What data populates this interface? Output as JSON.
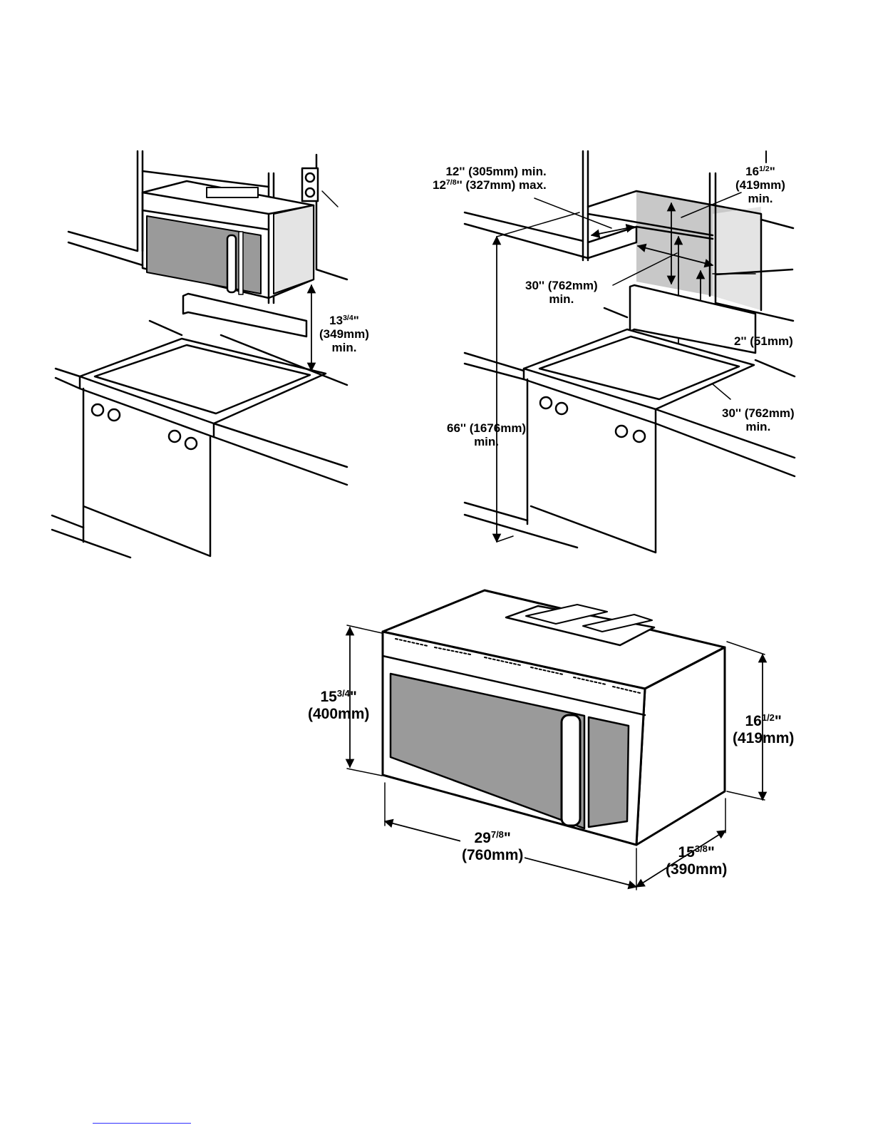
{
  "colors": {
    "line": "#000000",
    "panel": "#9a9a9a",
    "clearance_shade": "#c8c8c8",
    "wall_shade": "#e4e4e4",
    "link_rule": "#3030ff"
  },
  "icons": {
    "outlet": "outlet-icon"
  },
  "left_figure": {
    "height_whole": "13",
    "height_frac": "3/4",
    "height_unit": "\"",
    "height_mm": "(349mm)",
    "height_min": "min."
  },
  "right_figure": {
    "depth_line1": "12'' (305mm) min.",
    "depth2_whole": "12",
    "depth2_frac": "7/8",
    "depth2_rest": "'' (327mm) max.",
    "cab_whole": "16",
    "cab_frac": "1/2",
    "cab_unit": "\"",
    "cab_mm": "(419mm)",
    "cab_min": "min.",
    "width_a": "30'' (762mm)",
    "width_a_min": "min.",
    "gap": "2'' (51mm)",
    "height_b": "30'' (762mm)",
    "height_b_min": "min.",
    "floor_height": "66'' (1676mm)",
    "floor_min": "min."
  },
  "microwave_dims": {
    "front_h_whole": "15",
    "front_h_frac": "3/4",
    "front_h_unit": "\"",
    "front_h_mm": "(400mm)",
    "side_h_whole": "16",
    "side_h_frac": "1/2",
    "side_h_unit": "\"",
    "side_h_mm": "(419mm)",
    "width_whole": "29",
    "width_frac": "7/8",
    "width_unit": "\"",
    "width_mm": "(760mm)",
    "depth_whole": "15",
    "depth_frac": "3/8",
    "depth_unit": "\"",
    "depth_mm": "(390mm)"
  }
}
